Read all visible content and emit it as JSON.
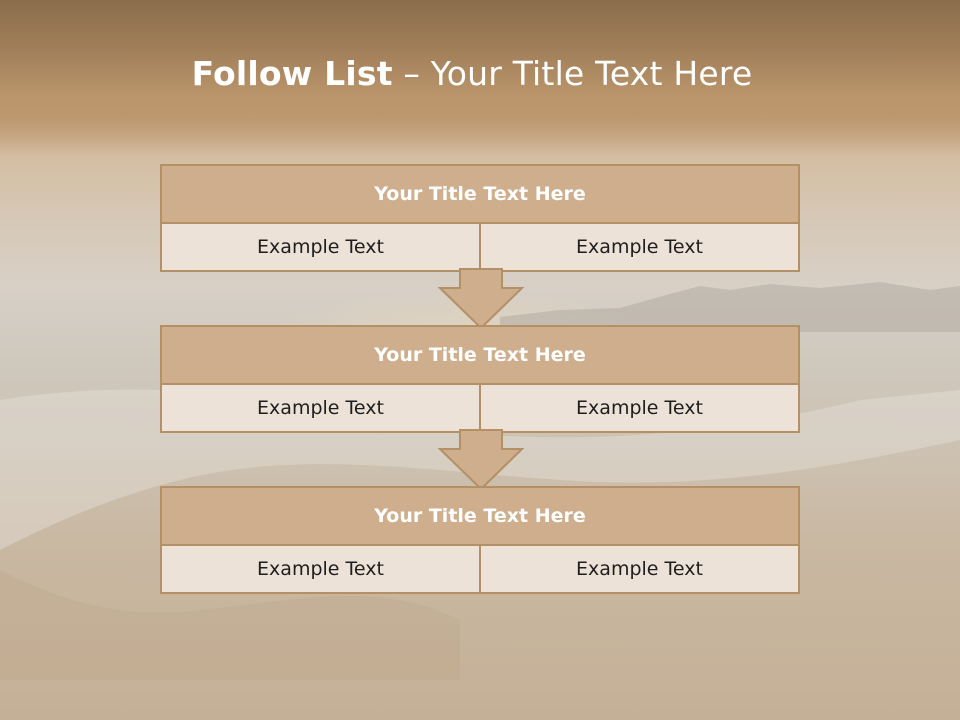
{
  "title": {
    "bold": "Follow List",
    "dash": "–",
    "rest": "Your Title Text Here"
  },
  "steps": [
    {
      "title": "Your Title Text Here",
      "left": "Example Text",
      "right": "Example Text"
    },
    {
      "title": "Your Title Text Here",
      "left": "Example Text",
      "right": "Example Text"
    },
    {
      "title": "Your Title Text Here",
      "left": "Example Text",
      "right": "Example Text"
    }
  ],
  "colors": {
    "box_border": "#b58f66",
    "box_head": "#cfae8d",
    "cell_bg": "#ece2d8",
    "arrow": "#cfae8d"
  }
}
